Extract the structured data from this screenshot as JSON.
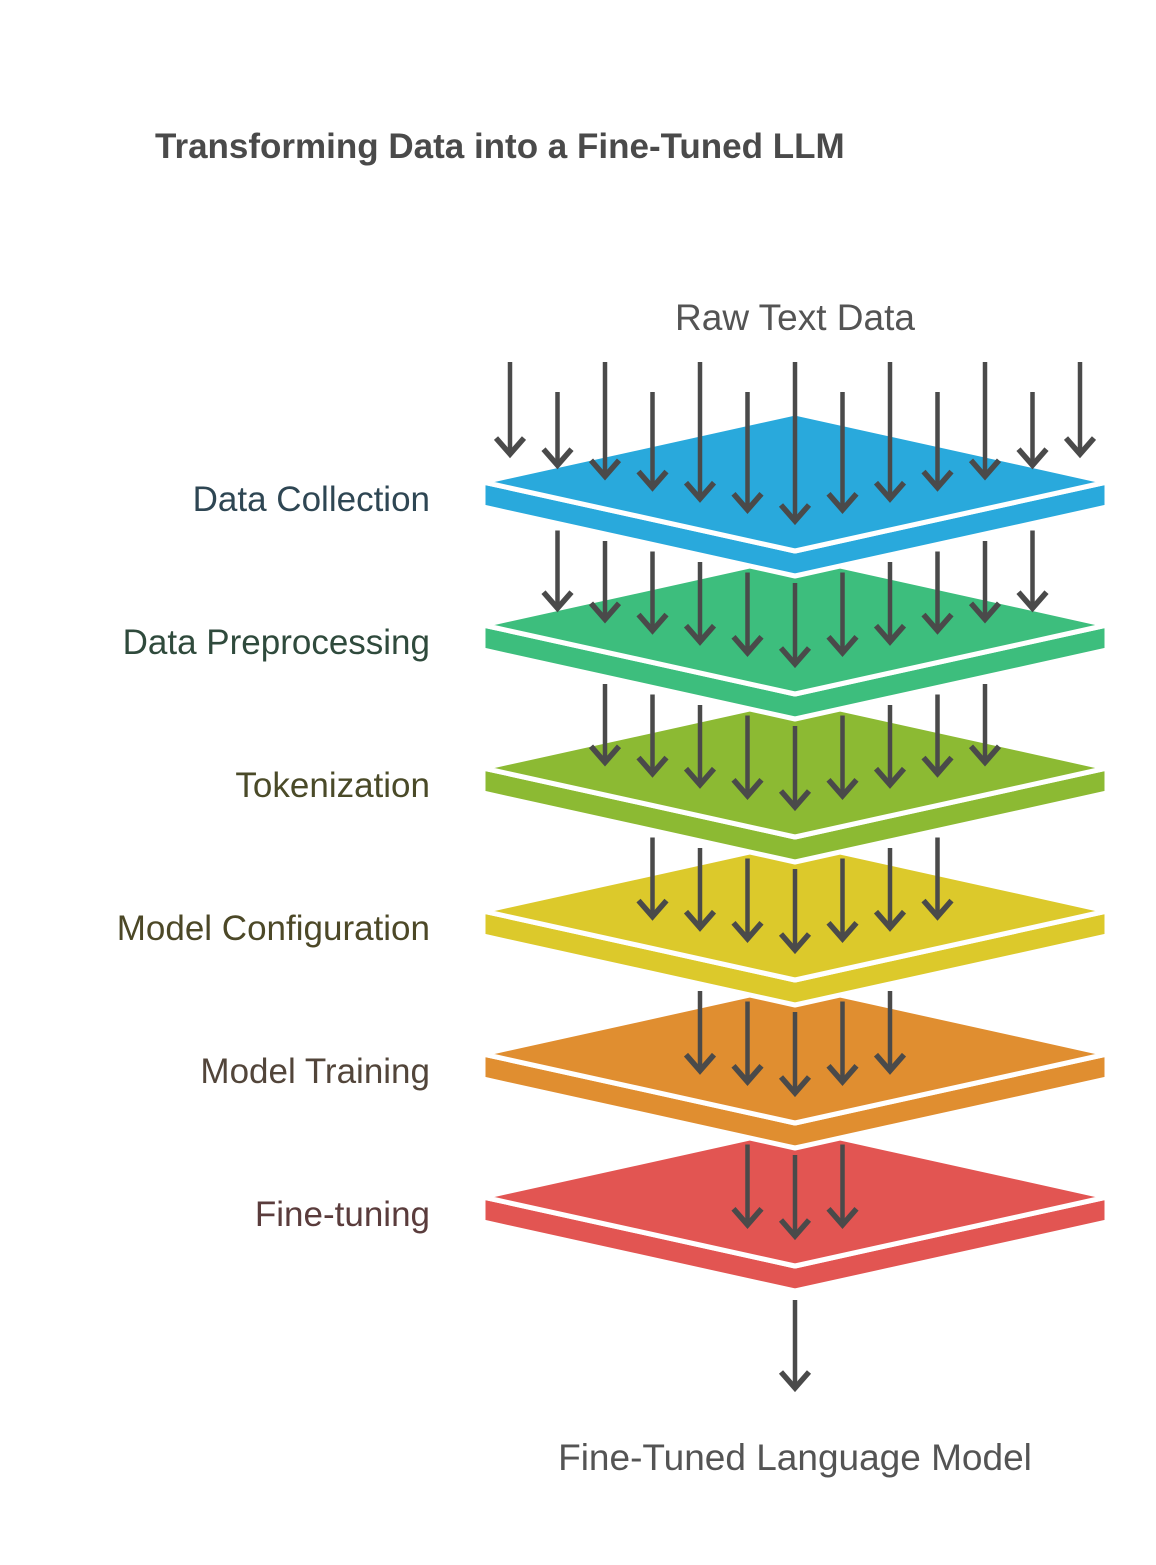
{
  "diagram": {
    "title": "Transforming Data into a Fine-Tuned LLM",
    "source_label": "Raw Text Data",
    "result_label": "Fine-Tuned Language Model",
    "layers": [
      {
        "label": "Data Collection",
        "color": "#29A9DC",
        "label_color": "#2E4653"
      },
      {
        "label": "Data Preprocessing",
        "color": "#3DBE7D",
        "label_color": "#2F4A3C"
      },
      {
        "label": "Tokenization",
        "color": "#8CBA33",
        "label_color": "#4A4A28"
      },
      {
        "label": "Model Configuration",
        "color": "#DCC92B",
        "label_color": "#4C4827"
      },
      {
        "label": "Model Training",
        "color": "#E08E30",
        "label_color": "#52453A"
      },
      {
        "label": "Fine-tuning",
        "color": "#E25552",
        "label_color": "#5A3C3C"
      }
    ],
    "arrow_counts": [
      13,
      11,
      9,
      7,
      5,
      3
    ],
    "final_arrow_count": 1,
    "colors": {
      "arrow": "#4A4A4A",
      "title": "#4A4A4A",
      "io_label": "#545454",
      "plate_outline": "#FFFFFF"
    }
  }
}
